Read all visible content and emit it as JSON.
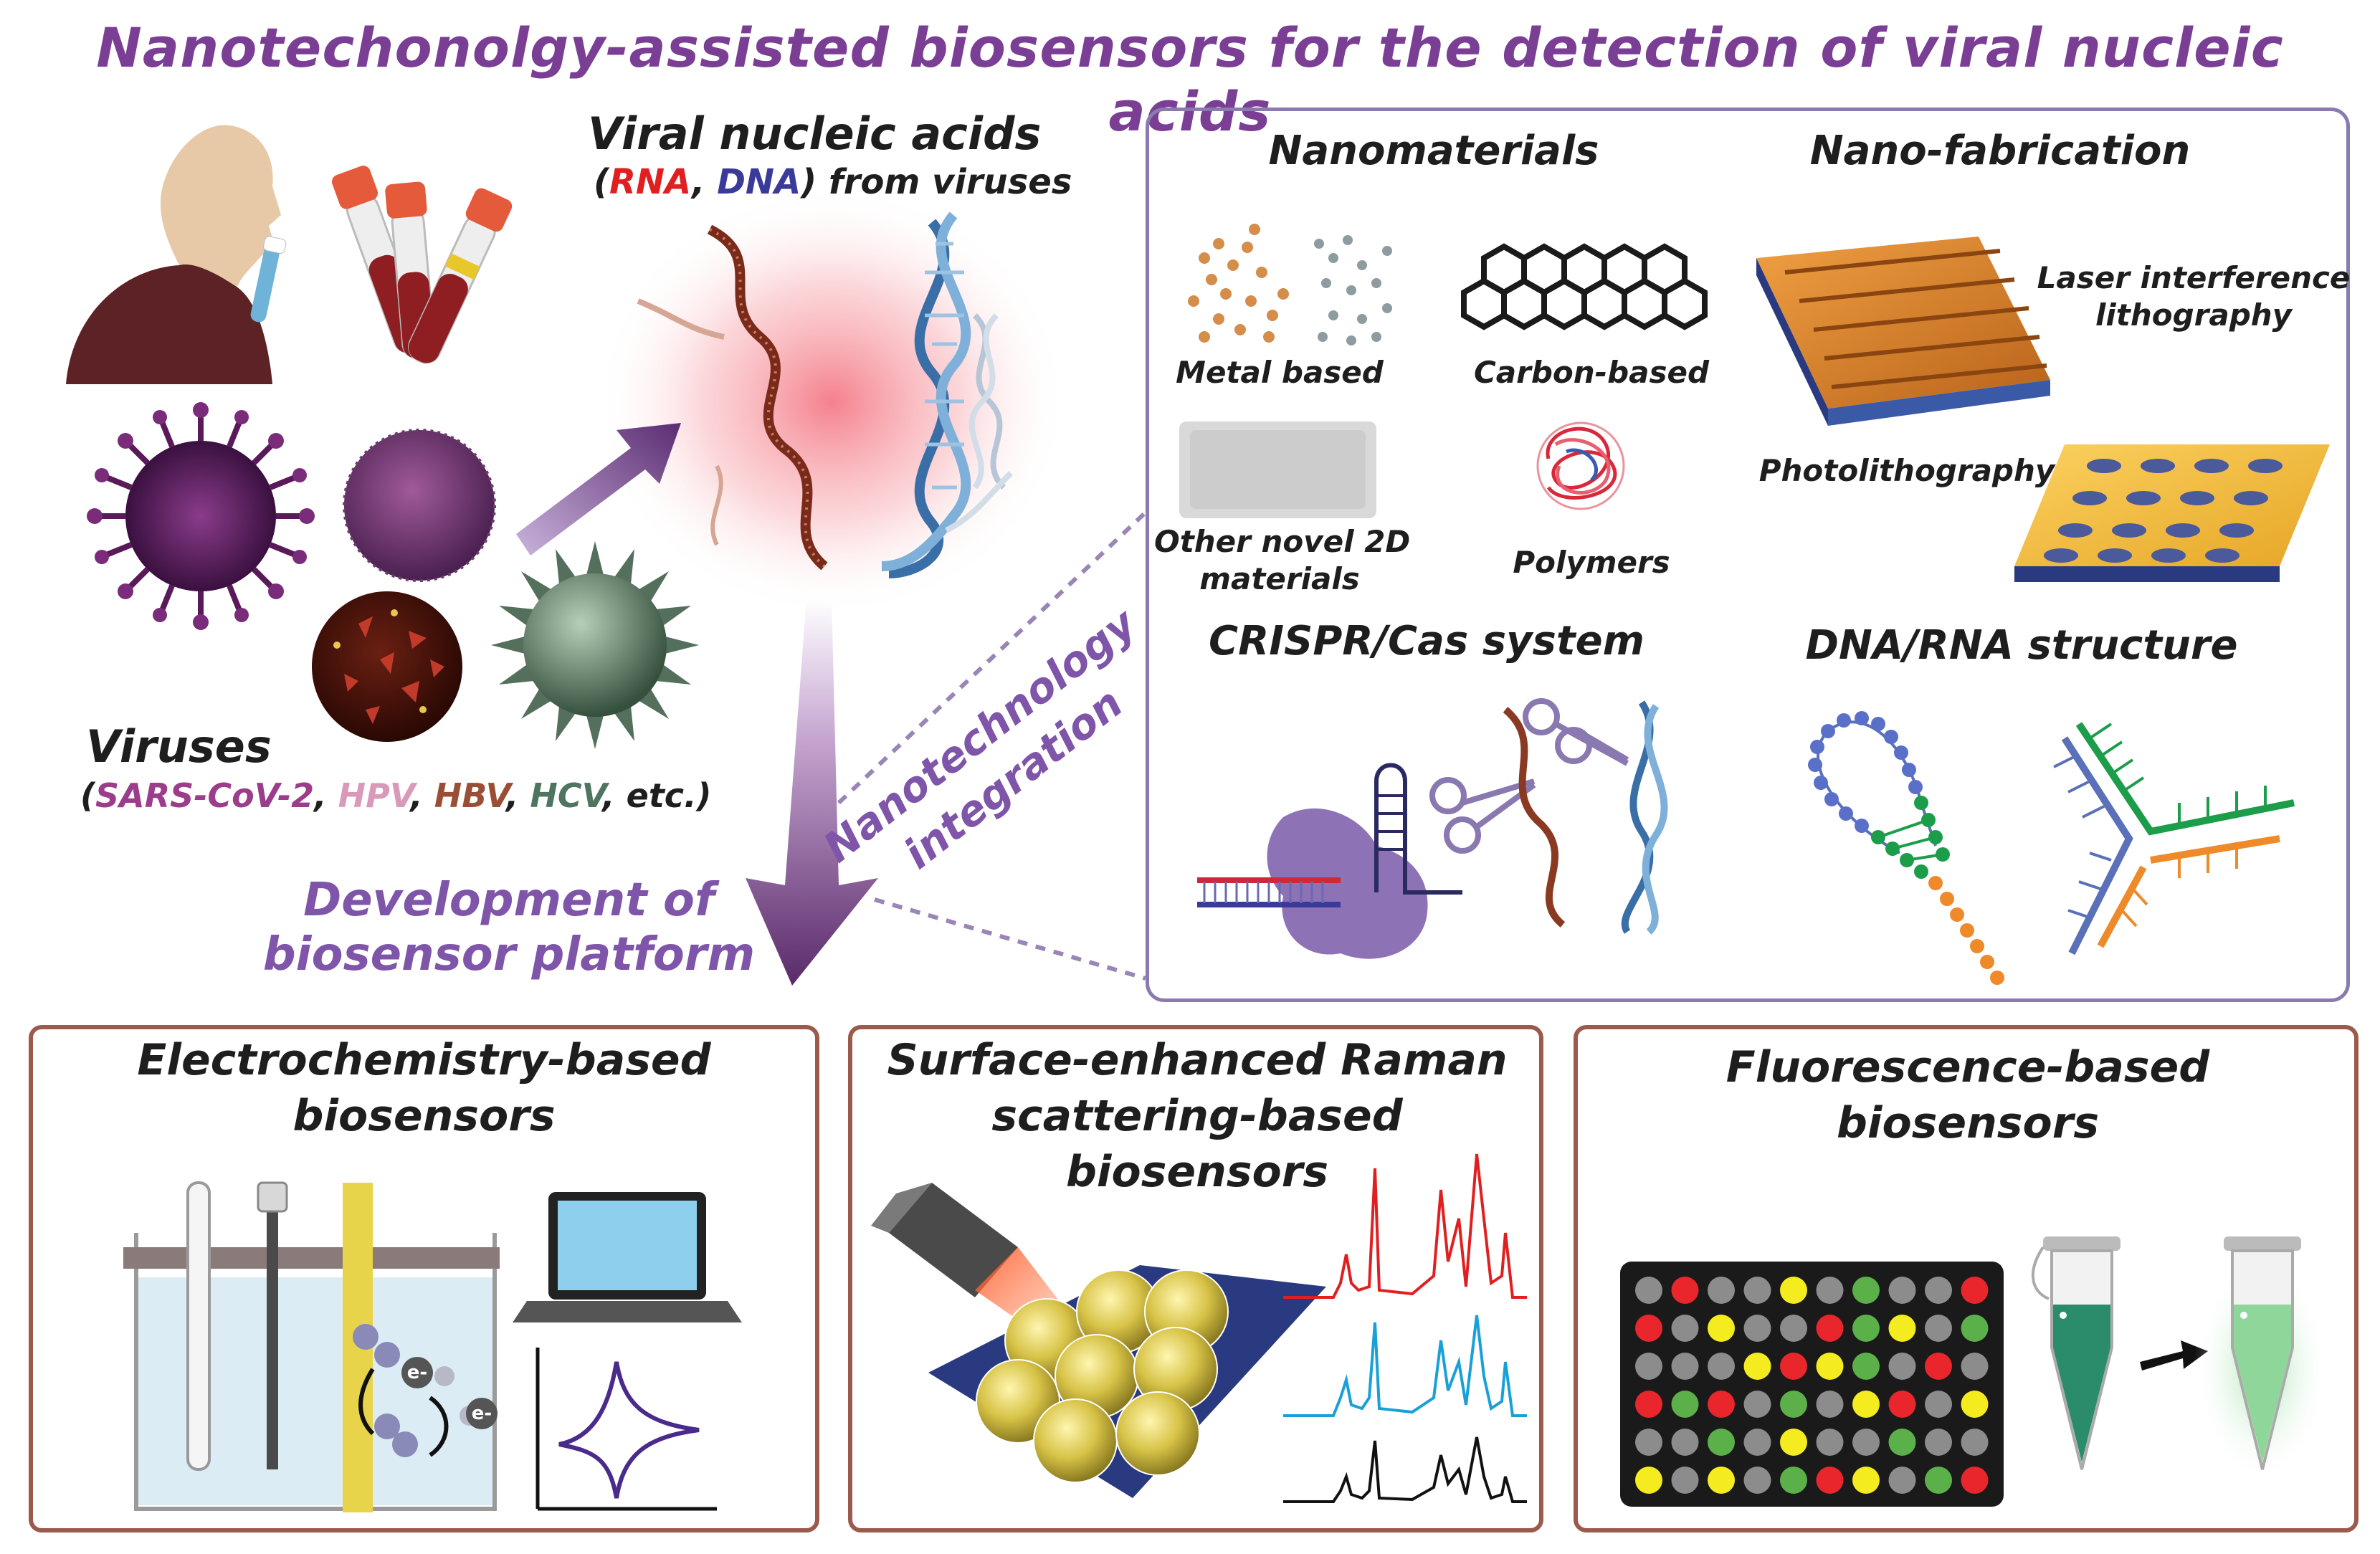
{
  "title": "Nanotechonolgy-assisted biosensors for the detection of viral nucleic acids",
  "viral_nucleic_acids": {
    "heading": "Viral nucleic acids",
    "open_paren": "(",
    "rna": "RNA",
    "comma": ", ",
    "dna": "DNA",
    "tail": ") from viruses"
  },
  "viruses": {
    "heading": "Viruses",
    "open_paren": "(",
    "items": [
      {
        "name": "SARS-CoV-2",
        "color": "#9b3d8a"
      },
      {
        "name": "HPV",
        "color": "#d89ab8"
      },
      {
        "name": "HBV",
        "color": "#9b4e36"
      },
      {
        "name": "HCV",
        "color": "#4f7560"
      }
    ],
    "separator": ", ",
    "tail": ", etc.)"
  },
  "integration_label": {
    "line1": "Nanotechnology",
    "line2": "integration"
  },
  "development_label": {
    "line1": "Development of",
    "line2": "biosensor platform"
  },
  "nanotech_panel": {
    "nanomaterials": {
      "heading": "Nanomaterials",
      "metal": "Metal based",
      "carbon": "Carbon-based",
      "novel_2d_line1": "Other novel 2D",
      "novel_2d_line2": "materials",
      "polymers": "Polymers"
    },
    "nanofabrication": {
      "heading": "Nano-fabrication",
      "laser_line1": "Laser interference",
      "laser_line2": "lithography",
      "photolithography": "Photolithography"
    },
    "crispr": "CRISPR/Cas system",
    "dna_rna_structure": "DNA/RNA structure"
  },
  "platforms": {
    "electrochemistry": {
      "line1": "Electrochemistry-based",
      "line2": "biosensors",
      "electron": "e-"
    },
    "sers": {
      "line1": "Surface-enhanced Raman",
      "line2": "scattering-based",
      "line3": "biosensors"
    },
    "fluorescence": {
      "line1": "Fluorescence-based",
      "line2": "biosensors"
    }
  },
  "colors": {
    "title": "#7a3f94",
    "accent_purple": "#7f55a9",
    "rna_red": "#e02020",
    "dna_blue": "#3a3a9a",
    "panel_border": "#8a7ab0",
    "platform_border": "#9b5a4b"
  },
  "well_plate": {
    "rows": [
      [
        "gray",
        "red",
        "gray",
        "gray",
        "yellow",
        "gray",
        "green",
        "gray",
        "gray",
        "red"
      ],
      [
        "red",
        "gray",
        "yellow",
        "gray",
        "gray",
        "red",
        "green",
        "yellow",
        "gray",
        "green"
      ],
      [
        "gray",
        "gray",
        "gray",
        "yellow",
        "red",
        "yellow",
        "green",
        "gray",
        "red",
        "gray"
      ],
      [
        "red",
        "green",
        "red",
        "gray",
        "green",
        "gray",
        "yellow",
        "red",
        "gray",
        "yellow"
      ],
      [
        "gray",
        "gray",
        "green",
        "gray",
        "yellow",
        "gray",
        "gray",
        "green",
        "gray",
        "gray"
      ],
      [
        "yellow",
        "gray",
        "yellow",
        "gray",
        "green",
        "red",
        "yellow",
        "gray",
        "green",
        "red"
      ]
    ],
    "palette": {
      "gray": "#8c8c8c",
      "red": "#e8262c",
      "yellow": "#f5ec1f",
      "green": "#5bb04a"
    }
  },
  "icons": [
    "person-swab-icon",
    "blood-tubes-icon",
    "virus-icon",
    "rna-strand-icon",
    "dna-helix-icon",
    "graphene-icon",
    "polymer-icon",
    "crispr-cas-icon",
    "scissors-icon",
    "hairpin-icon",
    "three-way-junction-icon",
    "beaker-icon",
    "laptop-icon",
    "cyclic-voltammogram-icon",
    "laser-icon",
    "raman-spectrum-icon",
    "well-plate-icon",
    "tube-icon"
  ]
}
